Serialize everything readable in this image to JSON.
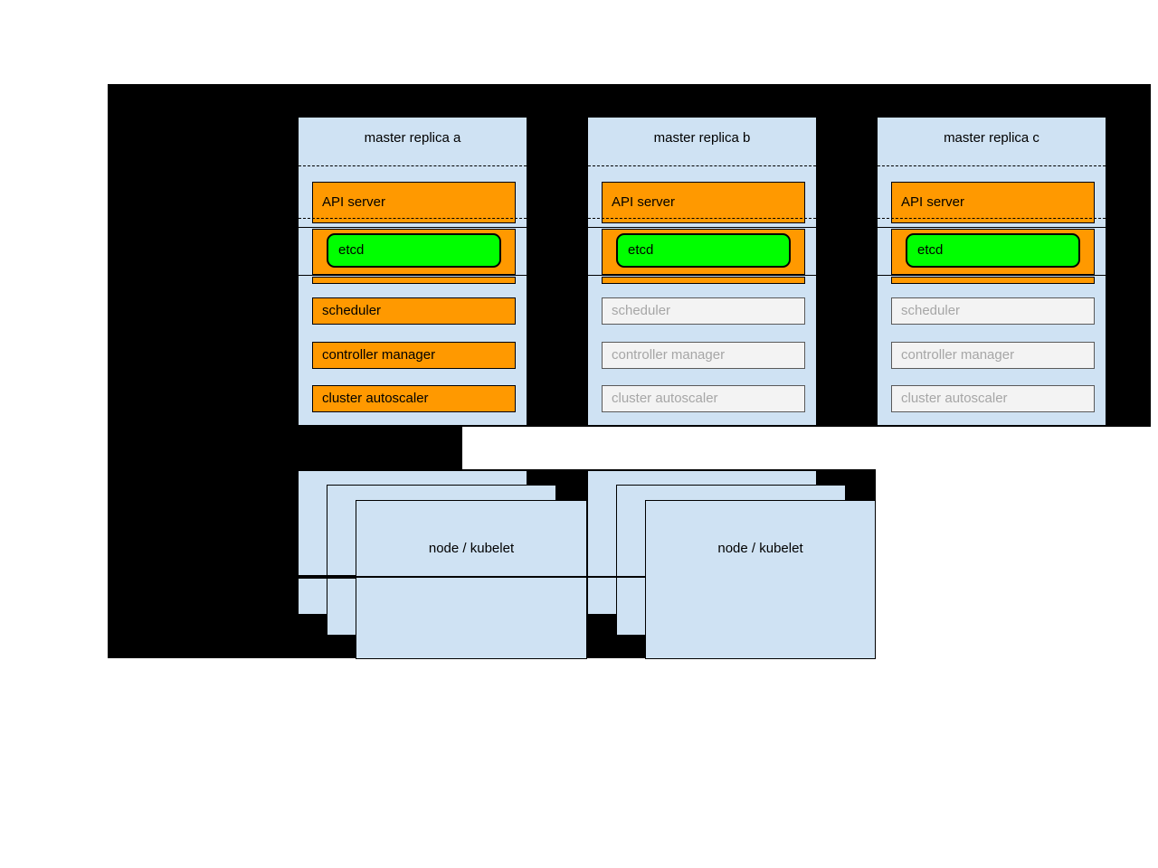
{
  "diagram": {
    "panels": [
      {
        "title": "master replica a",
        "api_server": "API server",
        "etcd": "etcd",
        "scheduler": "scheduler",
        "controller_manager": "controller manager",
        "cluster_autoscaler": "cluster autoscaler",
        "state": "active"
      },
      {
        "title": "master replica b",
        "api_server": "API server",
        "etcd": "etcd",
        "scheduler": "scheduler",
        "controller_manager": "controller manager",
        "cluster_autoscaler": "cluster autoscaler",
        "state": "standby"
      },
      {
        "title": "master replica c",
        "api_server": "API server",
        "etcd": "etcd",
        "scheduler": "scheduler",
        "controller_manager": "controller manager",
        "cluster_autoscaler": "cluster autoscaler",
        "state": "standby"
      }
    ],
    "nodes": [
      {
        "label": "node / kubelet"
      },
      {
        "label": "node / kubelet"
      }
    ],
    "colors": {
      "panel_blue": "#cfe2f3",
      "active_orange": "#ff9900",
      "etcd_green": "#00ff00",
      "inactive_fill": "#f3f3f3",
      "inactive_border": "#595959",
      "inactive_text": "#a6a6a6",
      "background": "#000000",
      "page": "#ffffff"
    }
  }
}
